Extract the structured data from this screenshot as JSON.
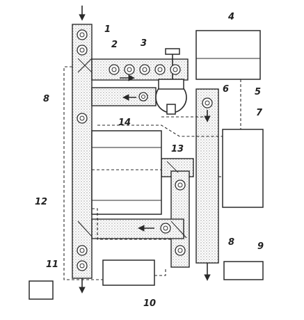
{
  "labels": {
    "l1": "1",
    "l2": "2",
    "l3": "3",
    "l4": "4",
    "l5": "5",
    "l6": "6",
    "l7": "7",
    "l8a": "8",
    "l8b": "8",
    "l9": "9",
    "l10": "10",
    "l11": "11",
    "l12": "12",
    "l13": "13",
    "l14": "14"
  },
  "icons": {
    "arrow": "arrow-icon",
    "roller": "roller-icon"
  }
}
